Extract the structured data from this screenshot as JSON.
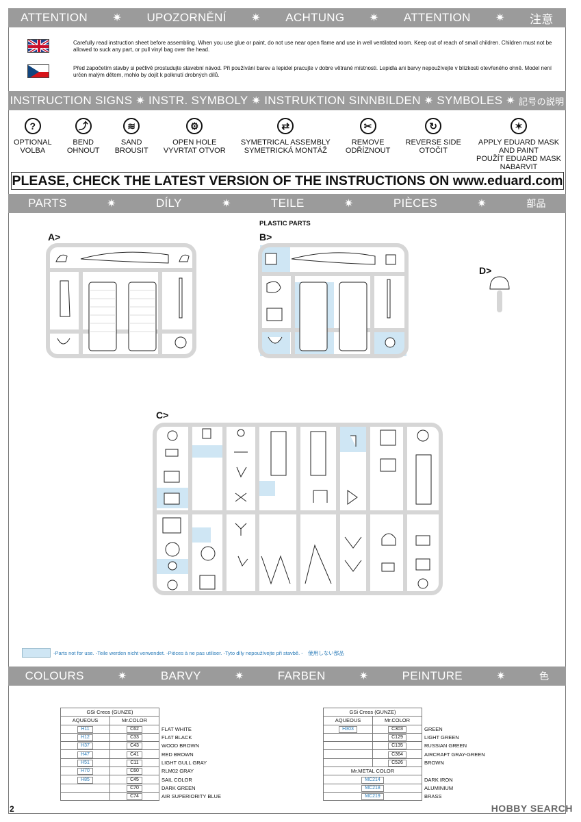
{
  "bands": {
    "attention": [
      "ATTENTION",
      "UPOZORNĚNÍ",
      "ACHTUNG",
      "ATTENTION",
      "注意"
    ],
    "signs": [
      "INSTRUCTION SIGNS",
      "INSTR. SYMBOLY",
      "INSTRUKTION SINNBILDEN",
      "SYMBOLES",
      "記号の説明"
    ],
    "parts": [
      "PARTS",
      "DÍLY",
      "TEILE",
      "PIÈCES",
      "部品"
    ],
    "colours": [
      "COLOURS",
      "BARVY",
      "FARBEN",
      "PEINTURE",
      "色"
    ],
    "separator": "✷"
  },
  "warnings": {
    "english": "Carefully read instruction sheet before assembling. When you use glue or paint, do not use near open flame and use in well ventilated room. Keep out of reach of small children. Children must not be allowed to suck any part, or pull vinyl bag over the head.",
    "czech": "Před započetím stavby si pečlivě prostudujte stavební návod. Při používání barev a lepidel pracujte v dobre větrané místnosti. Lepidla ani barvy nepoužívejte v blízkosti otevřeného ohně. Model není určen malým dětem, mohlo by dojít k polknutí drobných dílů."
  },
  "instruction_signs": [
    {
      "icon": "question-icon",
      "glyph": "?",
      "lines": [
        "OPTIONAL",
        "VOLBA"
      ]
    },
    {
      "icon": "bend-icon",
      "glyph": "⤴",
      "lines": [
        "BEND",
        "OHNOUT"
      ]
    },
    {
      "icon": "sand-icon",
      "glyph": "≋",
      "lines": [
        "SAND",
        "BROUSIT"
      ]
    },
    {
      "icon": "open-hole-icon",
      "glyph": "⚙",
      "lines": [
        "OPEN HOLE",
        "VYVRTAT OTVOR"
      ]
    },
    {
      "icon": "symmetrical-icon",
      "glyph": "⇄",
      "lines": [
        "SYMETRICAL ASSEMBLY",
        "SYMETRICKÁ MONTÁŽ"
      ]
    },
    {
      "icon": "remove-icon",
      "glyph": "✂",
      "lines": [
        "REMOVE",
        "ODŘÍZNOUT"
      ]
    },
    {
      "icon": "reverse-icon",
      "glyph": "↻",
      "lines": [
        "REVERSE SIDE",
        "OTOČIT"
      ]
    },
    {
      "icon": "mask-icon",
      "glyph": "✶",
      "lines": [
        "APPLY EDUARD MASK",
        "AND PAINT",
        "POUŽÍT EDUARD MASK",
        "NABARVIT"
      ]
    }
  ],
  "notice": "PLEASE, CHECK THE LATEST VERSION OF THE INSTRUCTIONS ON www.eduard.com",
  "plastic_parts_label": "PLASTIC PARTS",
  "sprues": {
    "a": "A>",
    "b": "B>",
    "c": "C>",
    "d": "D>"
  },
  "legend": "-Parts not for use. -Teile werden nicht verwendet. -Pièces à ne pas utiliser. -Tyto díly nepoužívejte při stavbě. -　使用しない部品",
  "colour_tables": {
    "header": "GSi Creos (GUNZE)",
    "col_aqueous": "AQUEOUS",
    "col_mrcolor": "Mr.COLOR",
    "metal_header": "Mr.METAL COLOR",
    "left": [
      {
        "aq": "H11",
        "mr": "C62",
        "name": "FLAT WHITE"
      },
      {
        "aq": "H12",
        "mr": "C33",
        "name": "FLAT BLACK"
      },
      {
        "aq": "H37",
        "mr": "C43",
        "name": "WOOD BROWN"
      },
      {
        "aq": "H47",
        "mr": "C41",
        "name": "RED BROWN"
      },
      {
        "aq": "H51",
        "mr": "C11",
        "name": "LIGHT GULL GRAY"
      },
      {
        "aq": "H70",
        "mr": "C60",
        "name": "RLM02 GRAY"
      },
      {
        "aq": "H85",
        "mr": "C45",
        "name": "SAIL COLOR"
      },
      {
        "aq": "",
        "mr": "C70",
        "name": "DARK GREEN"
      },
      {
        "aq": "",
        "mr": "C74",
        "name": "AIR SUPERIORITY BLUE"
      }
    ],
    "right": [
      {
        "aq": "H303",
        "mr": "C303",
        "name": "GREEN"
      },
      {
        "aq": "",
        "mr": "C129",
        "name": "LIGHT GREEN"
      },
      {
        "aq": "",
        "mr": "C135",
        "name": "RUSSIAN GREEN"
      },
      {
        "aq": "",
        "mr": "C364",
        "name": "AIRCRAFT GRAY-GREEN"
      },
      {
        "aq": "",
        "mr": "C526",
        "name": "BROWN"
      }
    ],
    "metal": [
      {
        "code": "MC214",
        "name": "DARK IRON"
      },
      {
        "code": "MC218",
        "name": "ALUMINIUM"
      },
      {
        "code": "MC219",
        "name": "BRASS"
      }
    ]
  },
  "page_number": "2",
  "watermark": "HOBBY SEARCH",
  "colors": {
    "band": "#9b9b9b",
    "unused_parts": "#cfe6f4",
    "sprue": "#d9d9d9",
    "aqueous_text": "#2a7bb8"
  }
}
